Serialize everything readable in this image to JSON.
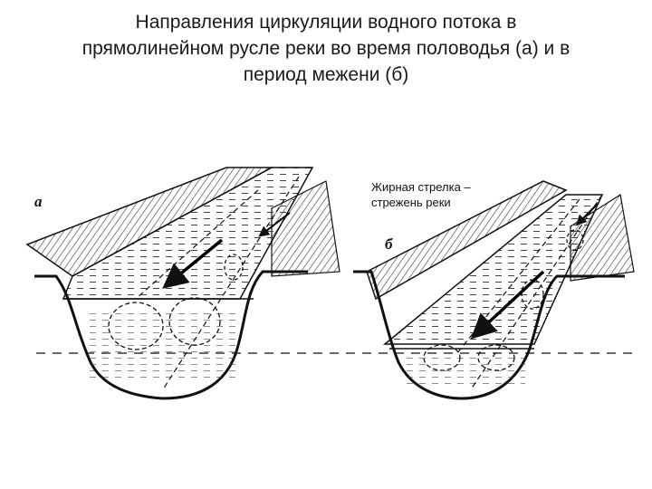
{
  "title": {
    "line1": "Направления циркуляции водного потока в",
    "line2": "прямолинейном русле реки во время половодья (а) и в",
    "line3": "период межени (б)"
  },
  "figure": {
    "panel_a_label": "а",
    "panel_b_label": "б",
    "legend_line1": "Жирная стрелка –",
    "legend_line2": "стрежень реки"
  }
}
